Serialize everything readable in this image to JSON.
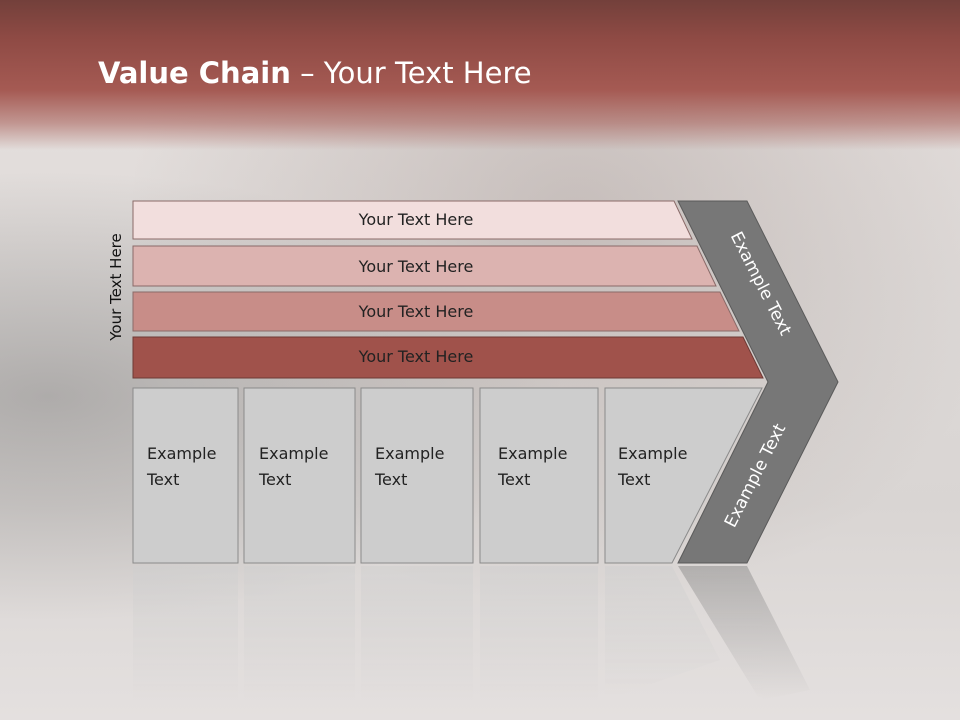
{
  "slide": {
    "title_bold": "Value Chain",
    "title_rest": " – Your Text Here",
    "side_label": "Your Text Here"
  },
  "support_bars": [
    {
      "label": "Your Text Here",
      "fill": "#f2dedd"
    },
    {
      "label": "Your Text Here",
      "fill": "#dcb3b0"
    },
    {
      "label": "Your Text Here",
      "fill": "#c88d88"
    },
    {
      "label": "Your Text Here",
      "fill": "#a0524b"
    }
  ],
  "primary_boxes": [
    {
      "line1": "Example",
      "line2": "Text"
    },
    {
      "line1": "Example",
      "line2": "Text"
    },
    {
      "line1": "Example",
      "line2": "Text"
    },
    {
      "line1": "Example",
      "line2": "Text"
    },
    {
      "line1": "Example",
      "line2": "Text"
    }
  ],
  "chevron": {
    "upper_label": "Example Text",
    "lower_label": "Example Text",
    "fill": "#777777"
  }
}
